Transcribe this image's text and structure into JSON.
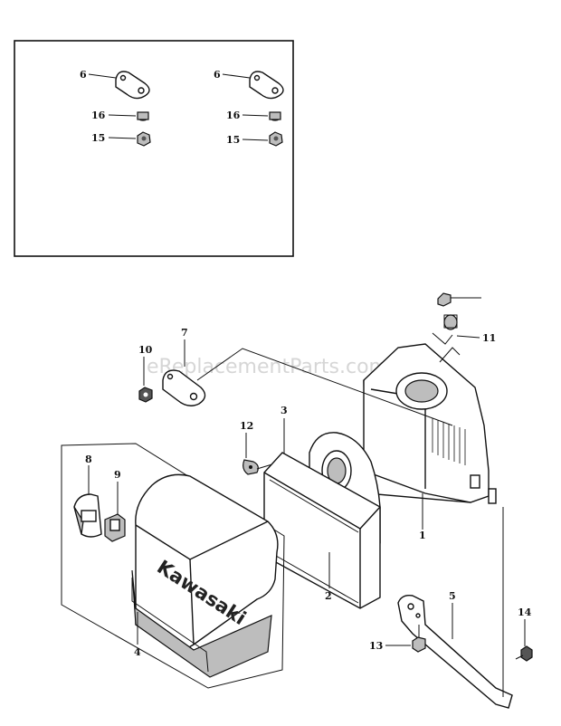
{
  "watermark": "eReplacementParts.com",
  "brand_text": "Kawasaki",
  "callouts": {
    "inset_gasket_left": "6",
    "inset_gasket_right": "6",
    "inset_washer_left": "16",
    "inset_washer_right": "16",
    "inset_nut_left": "15",
    "inset_nut_right": "15",
    "base": "1",
    "element": "2",
    "pre_cleaner": "3",
    "cover": "4",
    "bracket": "5",
    "gasket": "7",
    "clip": "8",
    "holder": "9",
    "nut": "10",
    "bolt_washer": "11",
    "clamp": "12",
    "bolt_13": "13",
    "screw_14": "14"
  }
}
